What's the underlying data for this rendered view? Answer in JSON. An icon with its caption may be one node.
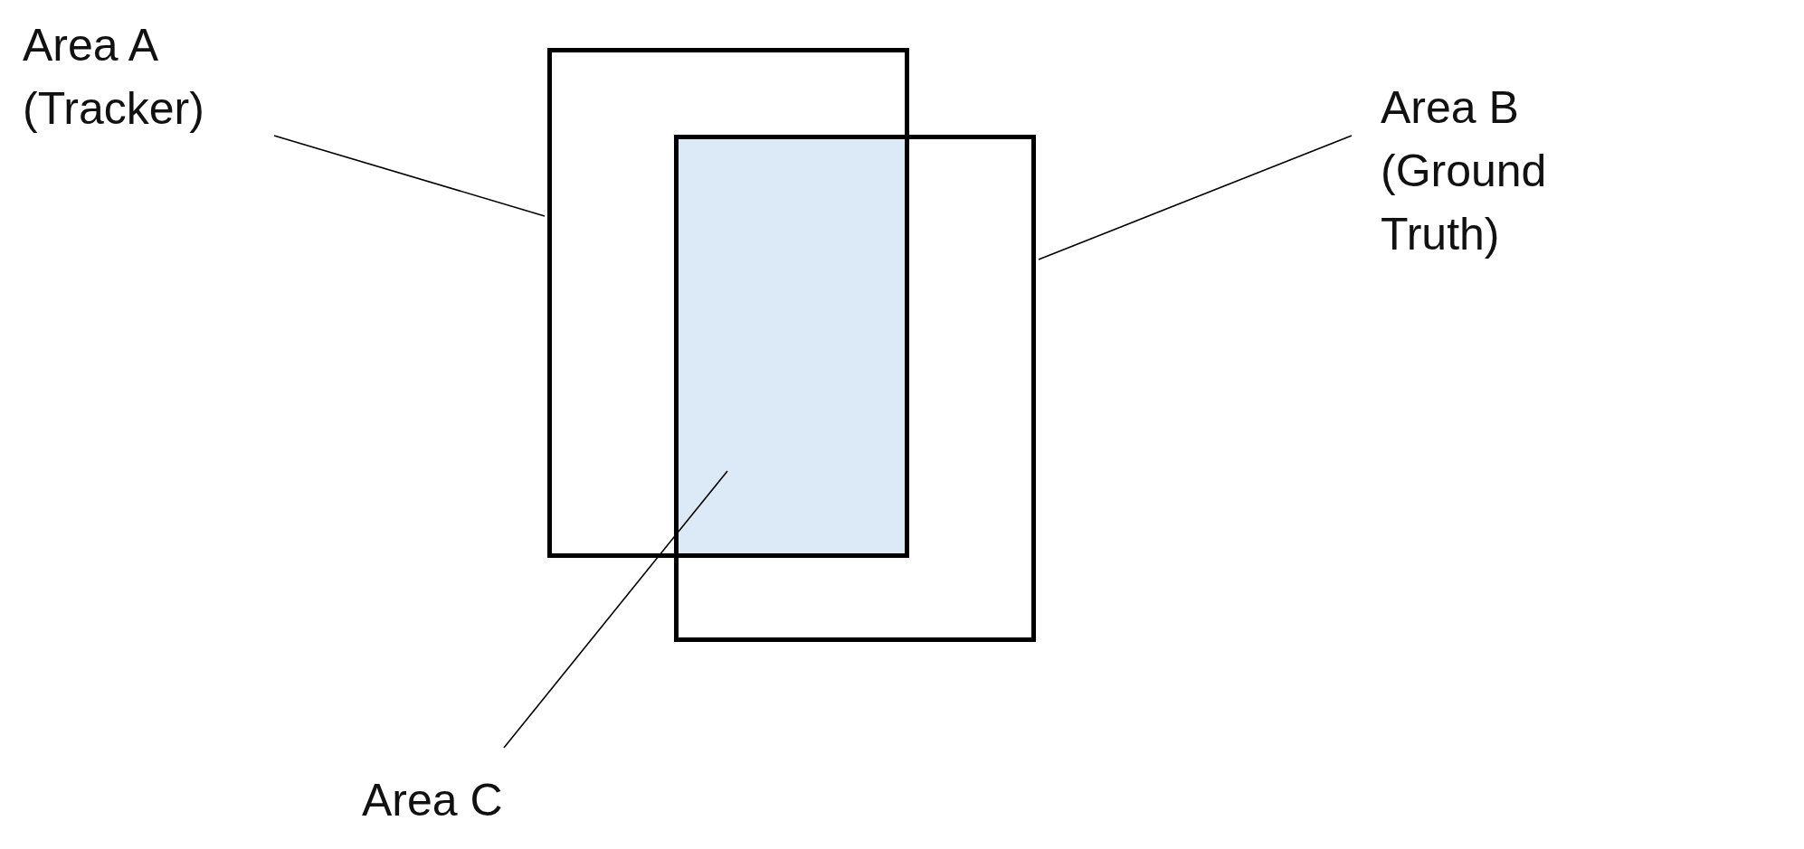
{
  "diagram": {
    "nodes": [
      {
        "text": [
          "Area A (Tracker)"
        ]
      },
      {
        "text": [],
        "shape": "box"
      },
      {
        "text": [
          "Area B (Ground Truth)"
        ]
      },
      {
        "text": [],
        "shape": "box"
      },
      {
        "text": [
          "Area C"
        ]
      },
      {
        "text": [],
        "shape": "box"
      }
    ],
    "edges": [
      {
        "from": 0,
        "to": 1,
        "arrow": "none"
      },
      {
        "from": 2,
        "to": 3,
        "arrow": "none"
      },
      {
        "from": 4,
        "to": 5,
        "arrow": "none"
      }
    ]
  }
}
